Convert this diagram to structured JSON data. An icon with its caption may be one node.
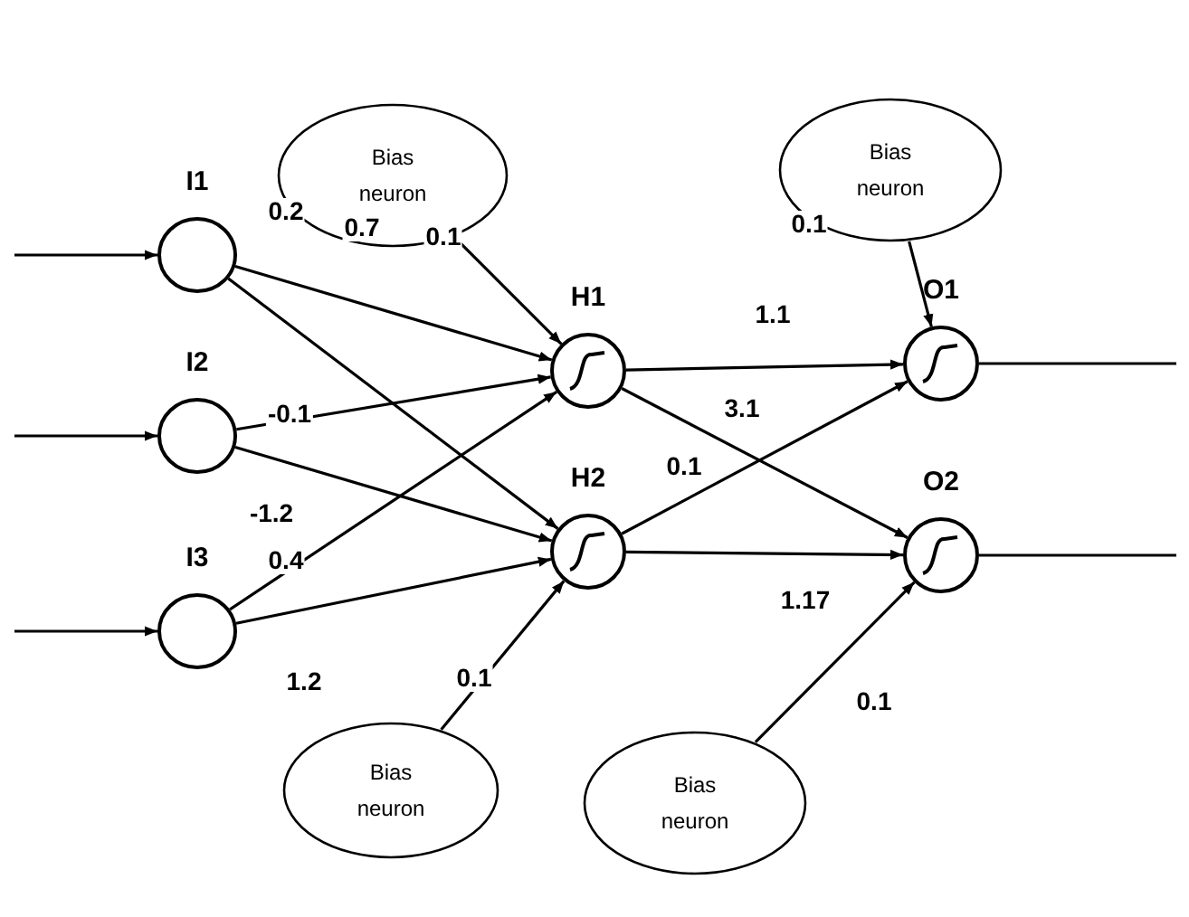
{
  "diagram": {
    "nodes": [
      {
        "text": [
          "Bias neuron"
        ]
      },
      {
        "text": [
          "Bias neuron"
        ]
      },
      {
        "text": [
          "I1"
        ]
      },
      {
        "text": [
          "H1"
        ]
      },
      {
        "text": [
          "O1"
        ]
      },
      {
        "text": [
          "I2"
        ]
      },
      {
        "text": [
          "H2"
        ]
      },
      {
        "text": [
          "O2"
        ]
      },
      {
        "text": [
          "I3"
        ]
      },
      {
        "text": [
          "Bias neuron"
        ]
      },
      {
        "text": [
          "Bias neuron"
        ]
      }
    ],
    "edges": [
      {
        "from": null,
        "to": 2,
        "arrow": "to"
      },
      {
        "from": null,
        "to": 5,
        "arrow": "to"
      },
      {
        "from": null,
        "to": 8,
        "arrow": "to"
      },
      {
        "from": 2,
        "to": 3,
        "arrow": "to",
        "label": "0.2"
      },
      {
        "from": 2,
        "to": 6,
        "arrow": "to",
        "label": "0.7"
      },
      {
        "from": 5,
        "to": 3,
        "arrow": "to",
        "label": "-0.1"
      },
      {
        "from": 5,
        "to": 6,
        "arrow": "to",
        "label": "-1.2"
      },
      {
        "from": 8,
        "to": 3,
        "arrow": "to",
        "label": "0.4"
      },
      {
        "from": 8,
        "to": 6,
        "arrow": "to",
        "label": "1.2"
      },
      {
        "from": 0,
        "to": 3,
        "arrow": "to",
        "label": "0.1"
      },
      {
        "from": 9,
        "to": 6,
        "arrow": "to",
        "label": "0.1"
      },
      {
        "from": 3,
        "to": 4,
        "arrow": "to",
        "label": "1.1"
      },
      {
        "from": 3,
        "to": 7,
        "arrow": "to",
        "label": "3.1"
      },
      {
        "from": 6,
        "to": 4,
        "arrow": "to",
        "label": "0.1"
      },
      {
        "from": 6,
        "to": 7,
        "arrow": "to",
        "label": "1.17"
      },
      {
        "from": 1,
        "to": 4,
        "arrow": "to",
        "label": "0.1"
      },
      {
        "from": 10,
        "to": 7,
        "arrow": "to",
        "label": "0.1"
      },
      {
        "from": 4,
        "to": null,
        "arrow": "none"
      },
      {
        "from": 7,
        "to": null,
        "arrow": "none"
      }
    ]
  }
}
